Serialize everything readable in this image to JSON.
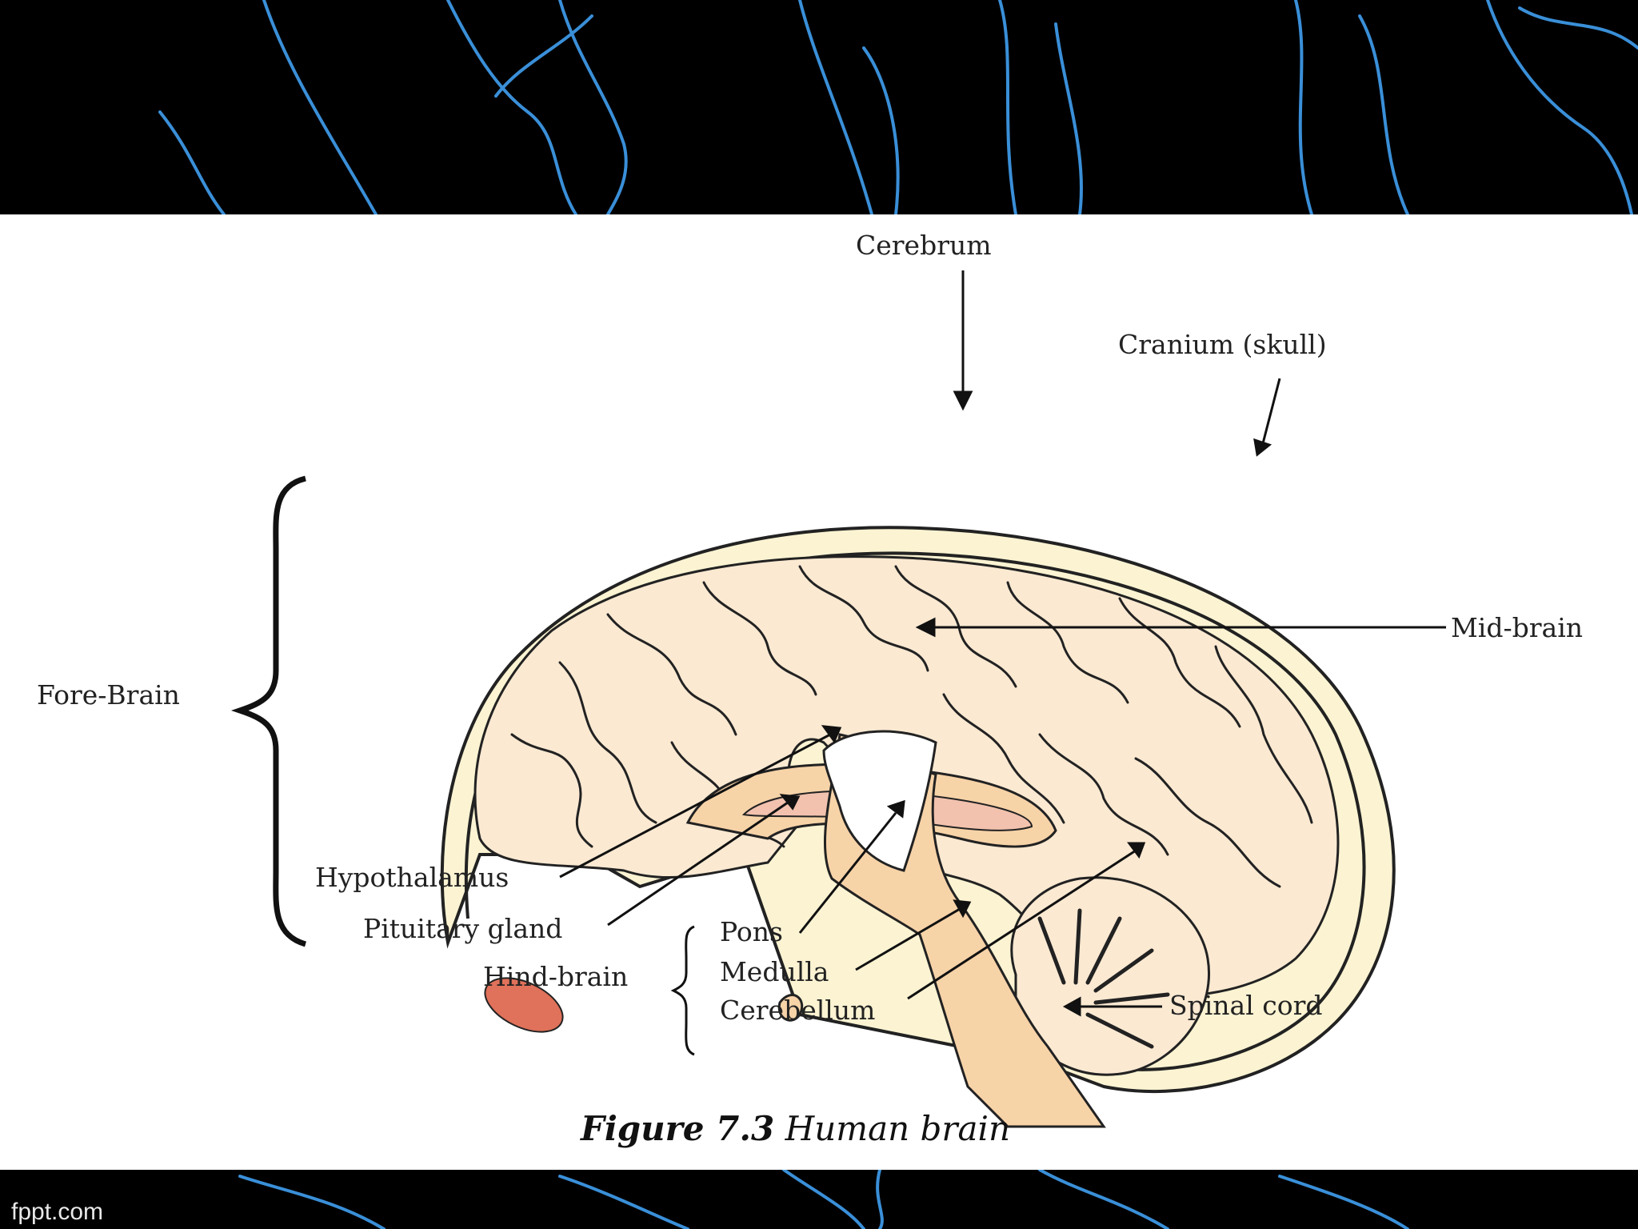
{
  "labels": {
    "cerebrum": "Cerebrum",
    "cranium": "Cranium (skull)",
    "fore_brain": "Fore-Brain",
    "mid_brain": "Mid-brain",
    "hypothalamus": "Hypothalamus",
    "pituitary": "Pituitary gland",
    "hind_brain": "Hind-brain",
    "pons": "Pons",
    "medulla": "Medulla",
    "cerebellum": "Cerebellum",
    "spinal_cord": "Spinal cord"
  },
  "caption": {
    "figure": "Figure 7.3",
    "title": "Human brain"
  },
  "footer": "fppt.com",
  "colors": {
    "background": "#000000",
    "nerve": "#3a8fd8",
    "brain_fill": "#fbe9d2",
    "brainstem_fill": "#f7d3a8",
    "corpus_callosum": "#f2c2ae",
    "skull_fill": "#fbf3d2"
  }
}
